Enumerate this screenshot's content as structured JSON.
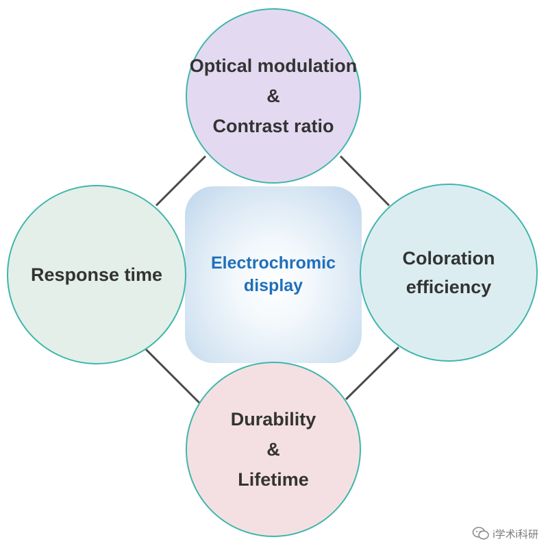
{
  "center": {
    "line1": "Electrochromic",
    "line2": "display"
  },
  "nodes": {
    "top": {
      "line1": "Optical modulation",
      "line2": "&",
      "line3": "Contrast ratio"
    },
    "left": {
      "line1": "Response time"
    },
    "right": {
      "line1": "Coloration",
      "line2": "efficiency"
    },
    "bottom": {
      "line1": "Durability",
      "line2": "&",
      "line3": "Lifetime"
    }
  },
  "watermark": {
    "text": "i学术i科研",
    "icon": "wechat-icon"
  },
  "colors": {
    "center_text": "#1f6fba",
    "node_border": "#3fb6aa",
    "connector": "#4a4a4a",
    "top_fill": "#e3daf1",
    "left_fill": "#e3efe8",
    "right_fill": "#dcedf2",
    "bottom_fill": "#f4e0e2"
  }
}
